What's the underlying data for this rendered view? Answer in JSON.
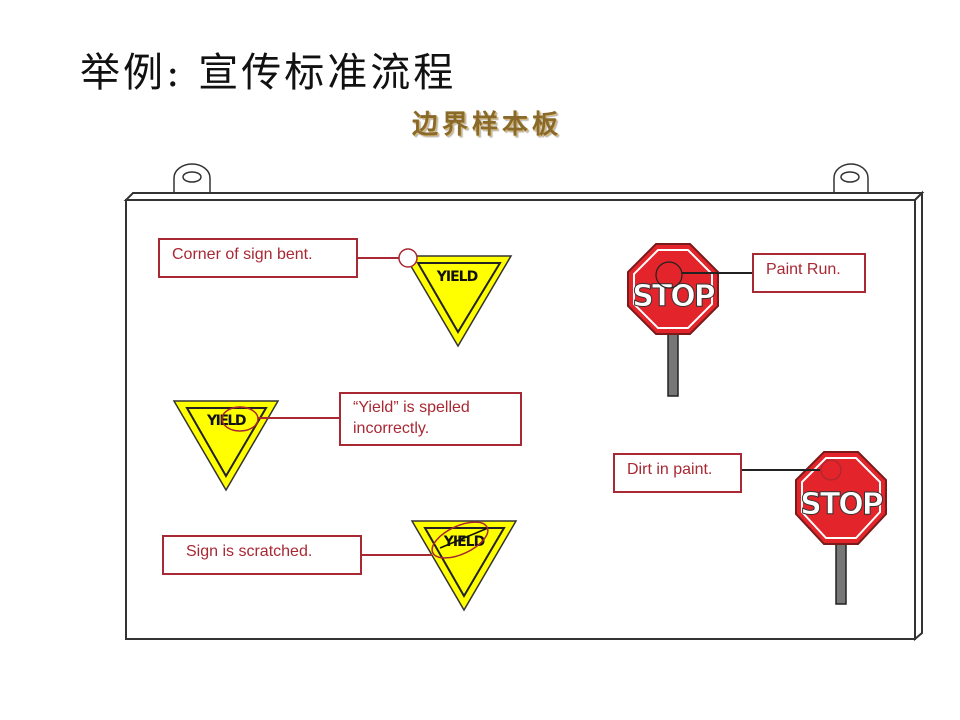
{
  "slide": {
    "title": "举例: 宣传标准流程",
    "subtitle": "边界样本板"
  },
  "board": {
    "description": "Boundary sample board showing defective signs",
    "signs": [
      {
        "type": "yield",
        "label": "YIELD",
        "defect": "corner-bent"
      },
      {
        "type": "yield",
        "label": "YIELD",
        "defect": "misspelled"
      },
      {
        "type": "yield",
        "label": "YIELD",
        "defect": "scratched"
      },
      {
        "type": "stop",
        "label": "STOP",
        "defect": "paint-run"
      },
      {
        "type": "stop",
        "label": "STOP",
        "defect": "dirt-in-paint"
      }
    ],
    "callouts": {
      "corner_bent": "Corner of sign bent.",
      "misspelled_line1": "“Yield” is spelled",
      "misspelled_line2": "incorrectly.",
      "scratched": "Sign is scratched.",
      "paint_run": "Paint Run.",
      "dirt_in_paint": "Dirt in paint."
    }
  },
  "colors": {
    "callout_red": "#a82833",
    "yield_yellow": "#ffff00",
    "stop_red": "#e3242b",
    "subtitle_brown": "#8a6a2a"
  }
}
